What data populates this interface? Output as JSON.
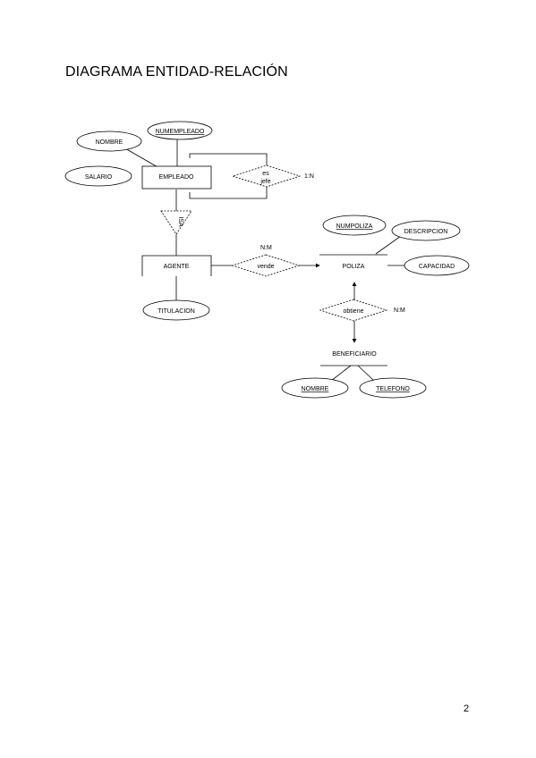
{
  "page": {
    "title": "DIAGRAMA ENTIDAD-RELACIÓN",
    "number": "2"
  },
  "entities": {
    "empleado": "EMPLEADO",
    "agente": "AGENTE",
    "poliza": "POLIZA",
    "beneficiario": "BENEFICIARIO"
  },
  "attributes": {
    "numempleado": "NUMEMPLEADO",
    "nombre": "NOMBRE",
    "salario": "SALARIO",
    "titulacion": "TITULACION",
    "numpoliza": "NUMPOLIZA",
    "descripcion": "DESCRIPCION",
    "capacidad": "CAPACIDAD",
    "beneficiario_nombre": "NOMBRE",
    "telefono": "TELEFONO"
  },
  "relationships": {
    "es_jefe": {
      "line1": "es",
      "line2": "jefe",
      "cardinality": "1:N"
    },
    "vende": {
      "label": "vende",
      "cardinality": "N:M"
    },
    "obtiene": {
      "label": "obtiene",
      "cardinality": "N:M"
    },
    "isa": {
      "label": "ISA"
    }
  }
}
